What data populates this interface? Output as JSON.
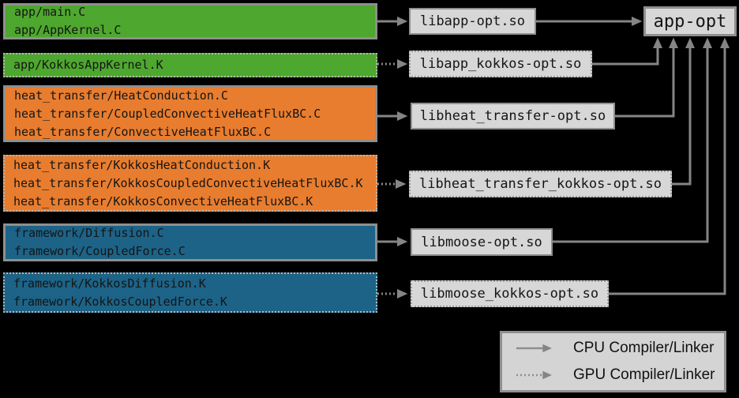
{
  "diagram": {
    "sources": [
      {
        "module": "app",
        "compiler": "cpu",
        "files": [
          "app/main.C",
          "app/AppKernel.C"
        ]
      },
      {
        "module": "app",
        "compiler": "gpu",
        "files": [
          "app/KokkosAppKernel.K"
        ]
      },
      {
        "module": "heat_transfer",
        "compiler": "cpu",
        "files": [
          "heat_transfer/HeatConduction.C",
          "heat_transfer/CoupledConvectiveHeatFluxBC.C",
          "heat_transfer/ConvectiveHeatFluxBC.C"
        ]
      },
      {
        "module": "heat_transfer",
        "compiler": "gpu",
        "files": [
          "heat_transfer/KokkosHeatConduction.K",
          "heat_transfer/KokkosCoupledConvectiveHeatFluxBC.K",
          "heat_transfer/KokkosConvectiveHeatFluxBC.K"
        ]
      },
      {
        "module": "framework",
        "compiler": "cpu",
        "files": [
          "framework/Diffusion.C",
          "framework/CoupledForce.C"
        ]
      },
      {
        "module": "framework",
        "compiler": "gpu",
        "files": [
          "framework/KokkosDiffusion.K",
          "framework/KokkosCoupledForce.K"
        ]
      }
    ],
    "libraries": [
      {
        "label": "libapp-opt.so",
        "compiler": "cpu"
      },
      {
        "label": "libapp_kokkos-opt.so",
        "compiler": "gpu"
      },
      {
        "label": "libheat_transfer-opt.so",
        "compiler": "cpu"
      },
      {
        "label": "libheat_transfer_kokkos-opt.so",
        "compiler": "gpu"
      },
      {
        "label": "libmoose-opt.so",
        "compiler": "cpu"
      },
      {
        "label": "libmoose_kokkos-opt.so",
        "compiler": "gpu"
      }
    ],
    "target": {
      "label": "app-opt"
    },
    "legend": {
      "items": [
        {
          "style": "solid",
          "label": "CPU Compiler/Linker"
        },
        {
          "style": "dotted",
          "label": "GPU Compiler/Linker"
        }
      ]
    },
    "colors": {
      "app": "#4ea72e",
      "heat_transfer": "#e87d2f",
      "framework": "#1c6387",
      "box_fill": "#d7d7d7",
      "box_border": "#8f8f8f",
      "arrow": "#858585",
      "background": "#000000"
    }
  }
}
